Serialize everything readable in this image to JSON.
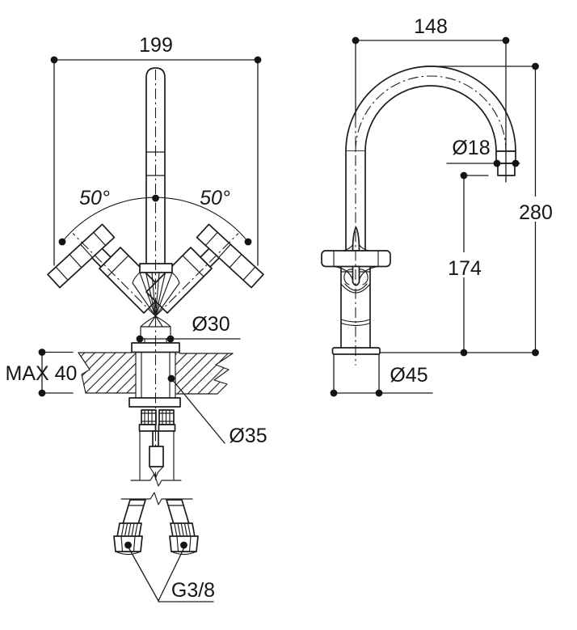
{
  "colors": {
    "line": "#1c1c1c",
    "background": "#ffffff"
  },
  "front_view": {
    "width_label": "199",
    "swing_left_label": "50°",
    "swing_right_label": "50°",
    "body_dia_label": "Ø30",
    "deck_max_label": "MAX 40",
    "shank_dia_label": "Ø35",
    "thread_label": "G3/8"
  },
  "side_view": {
    "reach_label": "148",
    "spout_dia_label": "Ø18",
    "total_height_label": "280",
    "spout_height_label": "174",
    "flange_dia_label": "Ø45"
  }
}
